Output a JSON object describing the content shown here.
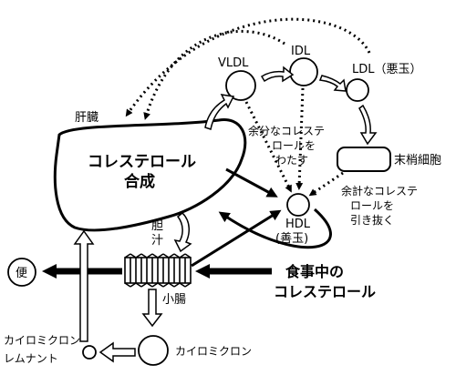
{
  "labels": {
    "vldl": "VLDL",
    "idl": "IDL",
    "ldl": "LDL（悪玉）",
    "liver": "肝臓",
    "synthesis_line1": "コレステロール",
    "synthesis_line2": "合成",
    "excess_line1": "余分なコレステ",
    "excess_line2": "ロールを",
    "excess_line3": "わたす",
    "peripheral": "末梢細胞",
    "pull_line1": "余計なコレステ",
    "pull_line2": "ロールを",
    "pull_line3": "引き抜く",
    "hdl": "HDL",
    "hdl_good": "(善玉)",
    "bile_line1": "胆",
    "bile_line2": "汁",
    "stool": "便",
    "diet_line1": "食事中の",
    "diet_line2": "コレステロール",
    "small_intestine": "小腸",
    "chylo_remnant_line1": "カイロミクロン",
    "chylo_remnant_line2": "レムナント",
    "chylomicron": "カイロミクロン"
  }
}
